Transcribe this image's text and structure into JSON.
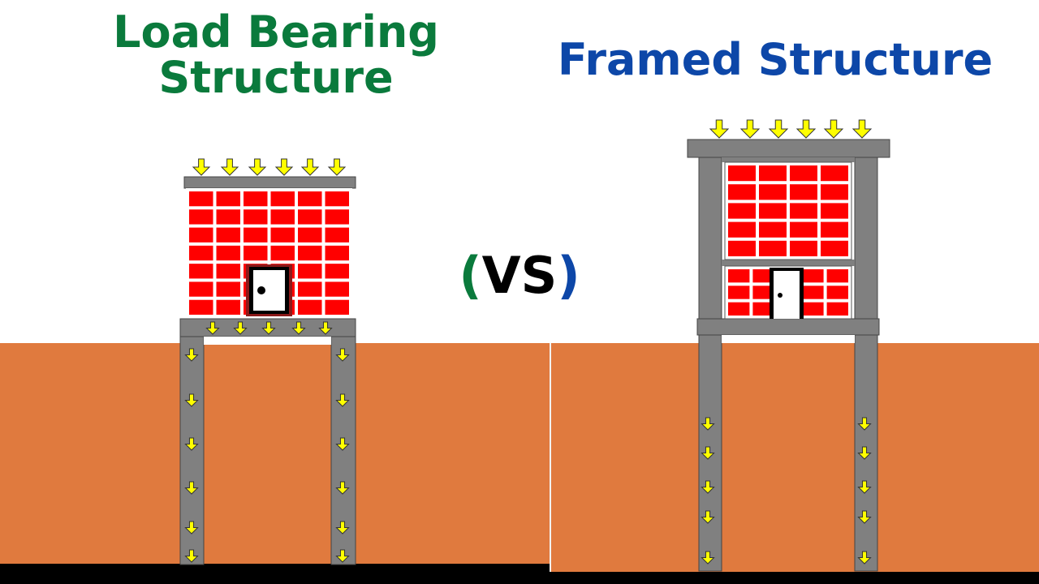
{
  "titles": {
    "load_bearing": "Load Bearing Structure",
    "framed": "Framed Structure",
    "vs_open": "(",
    "vs_text": "VS",
    "vs_close": ")"
  },
  "colors": {
    "load_bearing_title": "#0a7a3c",
    "framed_title": "#0d47a8",
    "vs_open_paren": "#0a7a3c",
    "vs_close_paren": "#0d47a8",
    "ground": "#e07a3e",
    "ground_line": "#000000",
    "concrete": "#808080",
    "brick": "#ff0000",
    "mortar": "#ffffff",
    "load_arrow": "#ffff00",
    "door": "#ffffff",
    "door_frame": "#000000"
  },
  "icons": {
    "load_arrow": "down-arrow-icon",
    "door": "door-icon"
  }
}
